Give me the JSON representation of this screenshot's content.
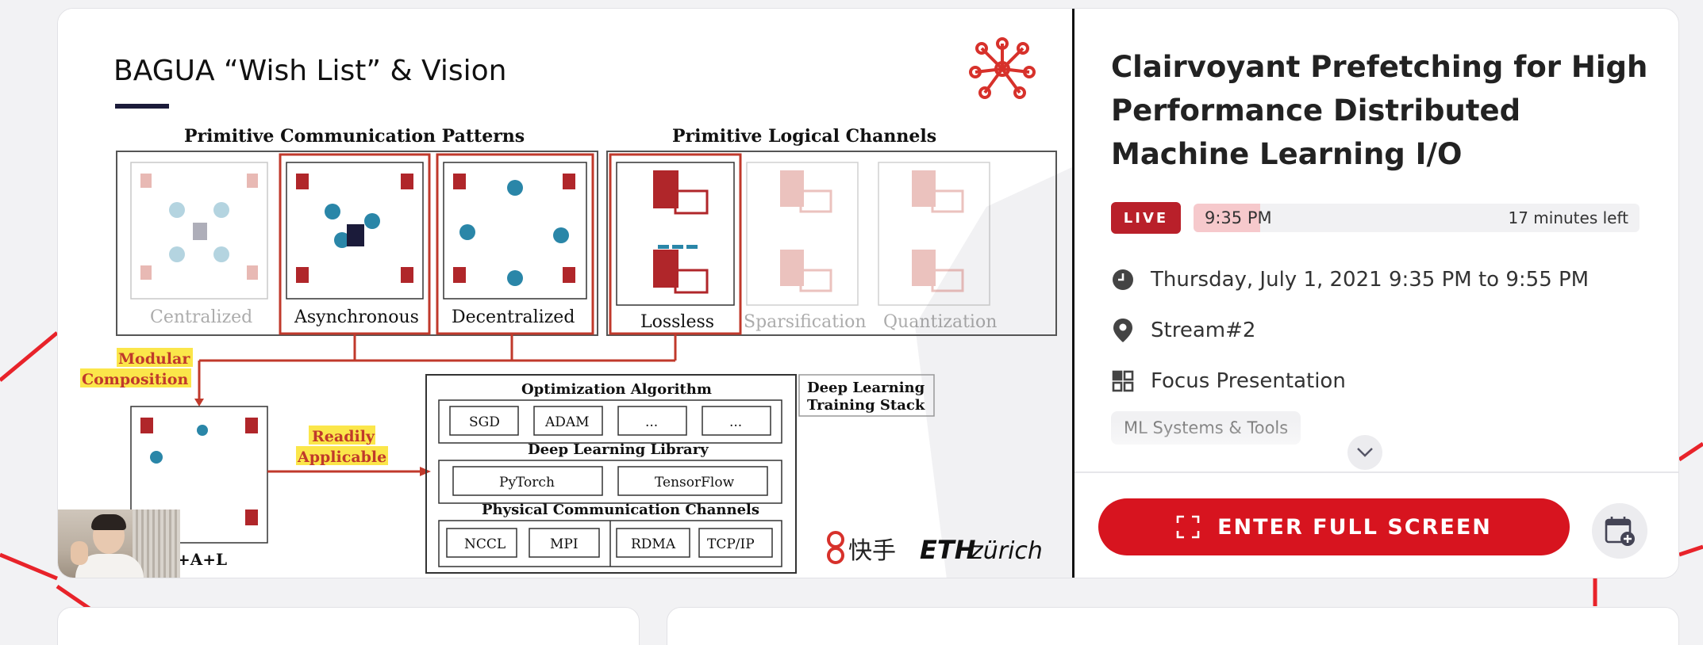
{
  "slide": {
    "title": "BAGUA “Wish List” & Vision",
    "patterns_heading": "Primitive Communication Patterns",
    "channels_heading": "Primitive Logical Channels",
    "patterns": [
      {
        "label": "Centralized",
        "active": false
      },
      {
        "label": "Asynchronous",
        "active": true
      },
      {
        "label": "Decentralized",
        "active": true
      }
    ],
    "channels": [
      {
        "label": "Lossless",
        "active": true
      },
      {
        "label": "Sparsification",
        "active": false
      },
      {
        "label": "Quantization",
        "active": false
      }
    ],
    "modular_label_1": "Modular",
    "modular_label_2": "Composition",
    "readily_label_1": "Readily",
    "readily_label_2": "Applicable",
    "composition_label": "+A+L",
    "stack_label_1": "Deep Learning",
    "stack_label_2": "Training Stack",
    "optimization_heading": "Optimization Algorithm",
    "optimization_items": [
      "SGD",
      "ADAM",
      "...",
      "..."
    ],
    "library_heading": "Deep Learning Library",
    "library_items": [
      "PyTorch",
      "TensorFlow"
    ],
    "channels_physical_heading": "Physical Communication Channels",
    "channels_physical_items": [
      "NCCL",
      "MPI",
      "RDMA",
      "TCP/IP"
    ],
    "logo_kuaishou": "快手",
    "logo_eth": "ETH",
    "logo_zurich": "zürich"
  },
  "session": {
    "title": "Clairvoyant Prefetching for High Performance Distributed Machine Learning I/O",
    "live_label": "LIVE",
    "start_time": "9:35 PM",
    "time_left": "17 minutes left",
    "progress_fraction": 0.15,
    "date_range": "Thursday, July 1, 2021 9:35 PM to 9:55 PM",
    "location": "Stream#2",
    "session_type": "Focus Presentation",
    "tag": "ML Systems & Tools",
    "fullscreen_label": "ENTER FULL SCREEN"
  },
  "icons": {
    "clock": "clock-icon",
    "location": "map-pin-icon",
    "type": "grid-icon",
    "expand": "chevron-down-icon",
    "fullscreen": "fullscreen-icon",
    "calendar": "calendar-add-icon",
    "logo": "network-logo-icon"
  },
  "colors": {
    "accent": "#d7141f",
    "live": "#b9202a",
    "slide_red": "#c0392b",
    "node_teal": "#2a86a8"
  }
}
